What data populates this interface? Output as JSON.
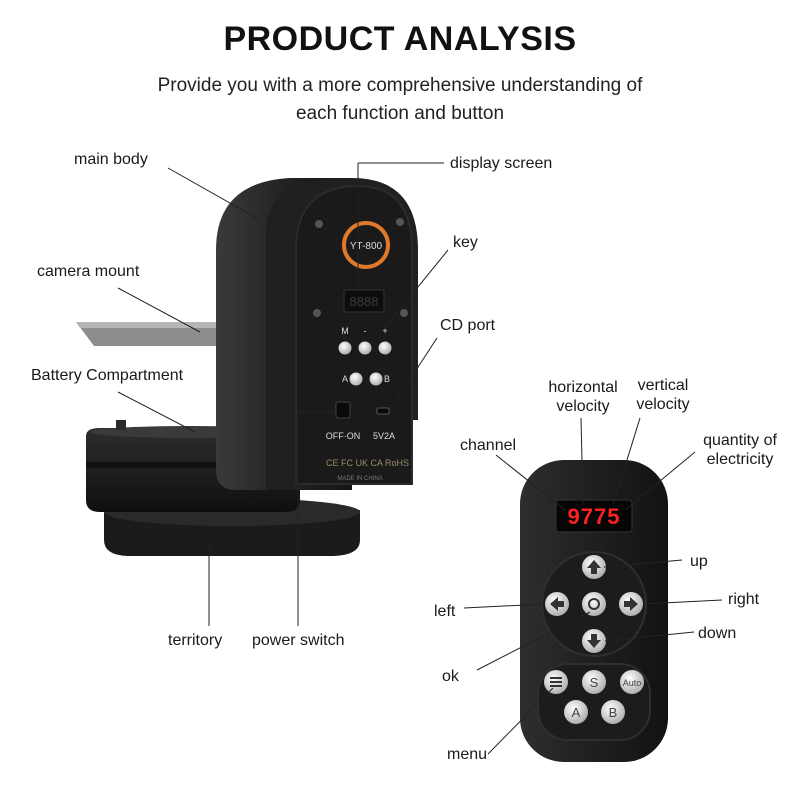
{
  "header": {
    "title": "PRODUCT ANALYSIS",
    "subtitle_line1": "Provide you with a more comprehensive understanding of",
    "subtitle_line2": "each function and button"
  },
  "device": {
    "model": "YT-800",
    "screen_digits": "8888",
    "button_m": "M",
    "button_minus": "-",
    "button_plus": "+",
    "button_a": "A",
    "button_b": "B",
    "switch_label": "OFF·ON",
    "port_label": "5V2A",
    "cert_marks": "CE FC UK CA RoHS",
    "made_in": "MADE IN CHINA",
    "accent_color": "#e07a2a"
  },
  "device_labels": {
    "main_body": "main body",
    "display_screen": "display screen",
    "key": "key",
    "camera_mount": "camera mount",
    "cd_port": "CD port",
    "battery_compartment": "Battery Compartment",
    "territory": "territory",
    "power_switch": "power switch"
  },
  "remote": {
    "display_digits": "9775",
    "display_color": "#ff2020",
    "button_s": "S",
    "button_auto": "Auto",
    "button_a": "A",
    "button_b": "B",
    "icons": [
      "up-arrow-icon",
      "left-arrow-icon",
      "ok-icon",
      "right-arrow-icon",
      "down-arrow-icon",
      "menu-icon"
    ]
  },
  "remote_labels": {
    "horizontal_velocity_line1": "horizontal",
    "horizontal_velocity_line2": "velocity",
    "vertical_velocity_line1": "vertical",
    "vertical_velocity_line2": "velocity",
    "channel": "channel",
    "quantity_line1": "quantity of",
    "quantity_line2": "electricity",
    "up": "up",
    "left": "left",
    "right": "right",
    "down": "down",
    "ok": "ok",
    "menu": "menu"
  }
}
